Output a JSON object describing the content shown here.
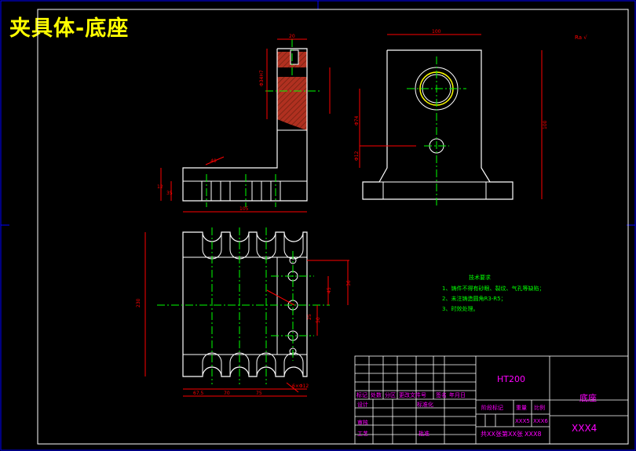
{
  "drawing": {
    "title": "夹具体-底座",
    "roughness_mark": "Ra √"
  },
  "dimensions": {
    "side_top_width": "20",
    "side_height_label": "Φ34H7",
    "side_base_height_a": "12",
    "side_base_height_b": "35",
    "side_base_width": "105",
    "side_note": "40",
    "front_width": "100",
    "front_height": "100",
    "front_hole_height": "Φ74",
    "front_small_hole": "Φ12",
    "plan_height": "230",
    "plan_width_a": "67.5",
    "plan_width_b": "70",
    "plan_width_c": "75",
    "plan_edge": "6×Φ12",
    "plan_right_a": "36",
    "plan_right_b": "45",
    "plan_right_c": "50",
    "plan_right_d": "25"
  },
  "tech_notes": {
    "heading": "技术要求",
    "items": [
      "1、铸件不得有砂眼、裂纹、气孔等缺陷；",
      "2、未注铸造圆角R3-R5；",
      "3、时效处理。"
    ]
  },
  "title_block": {
    "material": "HT200",
    "part_name": "底座",
    "drawing_no": "XXX4",
    "row_marker": "标记",
    "row_count": "处数",
    "row_zone": "分区",
    "row_change": "更改文件号",
    "row_sign": "签名",
    "row_date": "年月日",
    "design": "设计",
    "standard": "标准化",
    "review": "审核",
    "process": "工艺",
    "approve": "批准",
    "stage": "阶段标记",
    "weight": "重量",
    "scale": "比例",
    "weight_val": "XXX5",
    "scale_val": "XXX6",
    "sheet": "共XX张第XX张",
    "sheet_no": "XXX8"
  },
  "colors": {
    "outline": "#ffffff",
    "centerline": "#00ff00",
    "dimension": "#ff0000",
    "section": "#b03020",
    "title": "#ffff00",
    "frame": "#0000ff",
    "block_text": "#ff00ff"
  }
}
